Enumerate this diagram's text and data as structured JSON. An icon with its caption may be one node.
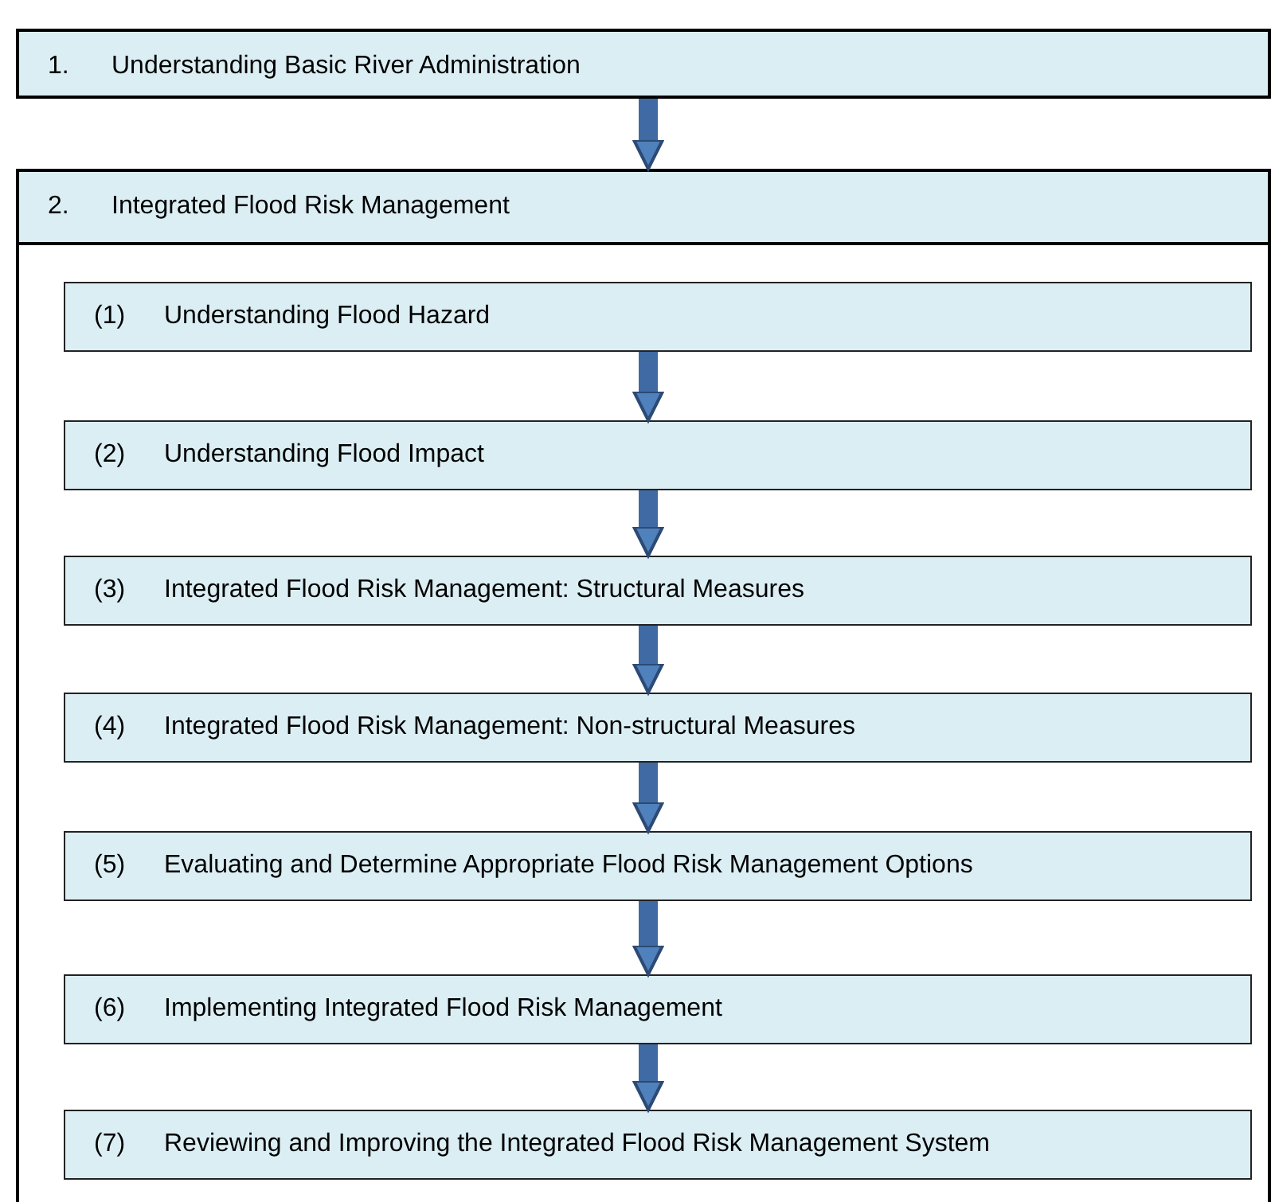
{
  "diagram": {
    "nodes": [
      {
        "text": [
          "1.",
          "Understanding Basic River Administration"
        ]
      },
      {
        "text": [
          "2.",
          "Integrated Flood Risk Management"
        ]
      },
      {
        "text": [
          "(1)",
          "Understanding Flood Hazard"
        ],
        "in": 1
      },
      {
        "text": [
          "(2)",
          "Understanding Flood Impact"
        ],
        "in": 1
      },
      {
        "text": [
          "(3)",
          "Integrated Flood Risk Management: Structural Measures"
        ],
        "in": 1
      },
      {
        "text": [
          "(4)",
          "Integrated Flood Risk Management: Non-structural Measures"
        ],
        "in": 1
      },
      {
        "text": [
          "(5)",
          "Evaluating and Determine Appropriate Flood Risk Management Options"
        ],
        "in": 1
      },
      {
        "text": [
          "(6)",
          "Implementing Integrated Flood Risk Management"
        ],
        "in": 1
      },
      {
        "text": [
          "(7)",
          "Reviewing and Improving the Integrated Flood Risk Management System"
        ],
        "in": 1
      }
    ],
    "edges": [
      {
        "from": 0,
        "to": 1,
        "arrow": "to"
      },
      {
        "from": 2,
        "to": 3,
        "arrow": "to"
      },
      {
        "from": 3,
        "to": 4,
        "arrow": "to"
      },
      {
        "from": 4,
        "to": 5,
        "arrow": "to"
      },
      {
        "from": 5,
        "to": 6,
        "arrow": "to"
      },
      {
        "from": 6,
        "to": 7,
        "arrow": "to"
      },
      {
        "from": 7,
        "to": 8,
        "arrow": "to"
      }
    ]
  }
}
